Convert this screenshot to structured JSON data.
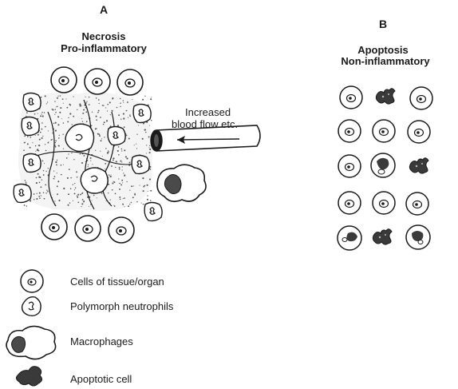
{
  "panel_a": {
    "letter": "A",
    "title_line1": "Necrosis",
    "title_line2": "Pro-inflammatory",
    "vessel_note_line1": "Increased",
    "vessel_note_line2": "blood flow etc."
  },
  "panel_b": {
    "letter": "B",
    "title_line1": "Apoptosis",
    "title_line2": "Non-inflammatory"
  },
  "legend": {
    "items": [
      {
        "label": "Cells of tissue/organ",
        "icon": "tissue-cell-icon"
      },
      {
        "label": "Polymorph neutrophils",
        "icon": "neutrophil-icon"
      },
      {
        "label": "Macrophages",
        "icon": "macrophage-icon"
      },
      {
        "label": "Apoptotic cell",
        "icon": "apoptotic-cell-icon"
      }
    ]
  },
  "colors": {
    "ink": "#1a1a1a",
    "paper": "#ffffff",
    "stipple": "#555555"
  }
}
